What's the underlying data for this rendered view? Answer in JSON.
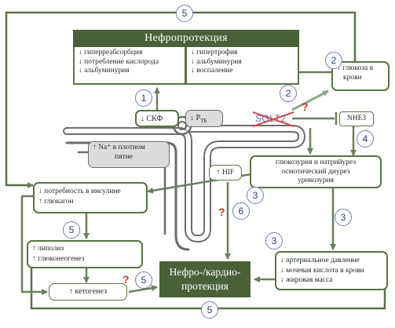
{
  "colors": {
    "accent_dark_green": "#4a6137",
    "box_border_green": "#5a7348",
    "arrow_grey_green": "#6b7f5e",
    "step_badge_blue": "#6f7fb4",
    "question_red": "#c0392b",
    "sglt2_crossout_red": "#c8504a",
    "tubule_grey": "#6c6c6c"
  },
  "nephroprotection": {
    "title": "Нефропротекция",
    "left_items": [
      "↓ гиперреабсорбция",
      "↓ потребление кислорода",
      "↓ альбуминурия"
    ],
    "right_items": [
      "↓ гипертрофия",
      "↓ альбуминурия",
      "↓ воспаление"
    ]
  },
  "glucose_blood": {
    "lines": [
      "↓ глюкоза в",
      "крови"
    ]
  },
  "skf": {
    "label": "↓ СКФ"
  },
  "ptb": {
    "label": "↓ P",
    "sub": "ТБ"
  },
  "sglt2": {
    "label": "SGLT2"
  },
  "nhe3": {
    "label": "NHE3"
  },
  "na_macula": {
    "lines": [
      "↑ Na⁺ в плотном",
      "пятне"
    ]
  },
  "hif": {
    "label": "↑ HIF"
  },
  "glucosuria": {
    "lines": [
      "глюкозурия и натрийурез",
      "осмотический диурез",
      "урикозурия"
    ]
  },
  "insulin": {
    "lines": [
      "↓ потребность в инсулине",
      "↑ глюкагон"
    ]
  },
  "lipolysis": {
    "lines": [
      "↑ липолиз",
      "↑ глюконеогенез"
    ]
  },
  "ketogenesis": {
    "label": "↑ кетогенез"
  },
  "pressure": {
    "lines": [
      "↓ артериальное давление",
      "↓ мочевая кислота в крови",
      "↓ жировая масса"
    ]
  },
  "final": {
    "lines": [
      "Нефро-/кардио-",
      "протекция"
    ]
  },
  "badges": {
    "top": "5",
    "skf": "1",
    "glucose": "2",
    "sglt2": "2",
    "nhe3": "4",
    "hif": "6",
    "glucosuria": "3",
    "pressure_right": "3",
    "pressure_left": "3",
    "lipolysis": "5",
    "ketogenesis": "5",
    "bottom": "5"
  },
  "question_marks": {
    "sglt2": "?",
    "hif": "?",
    "ketogenesis": "?"
  }
}
